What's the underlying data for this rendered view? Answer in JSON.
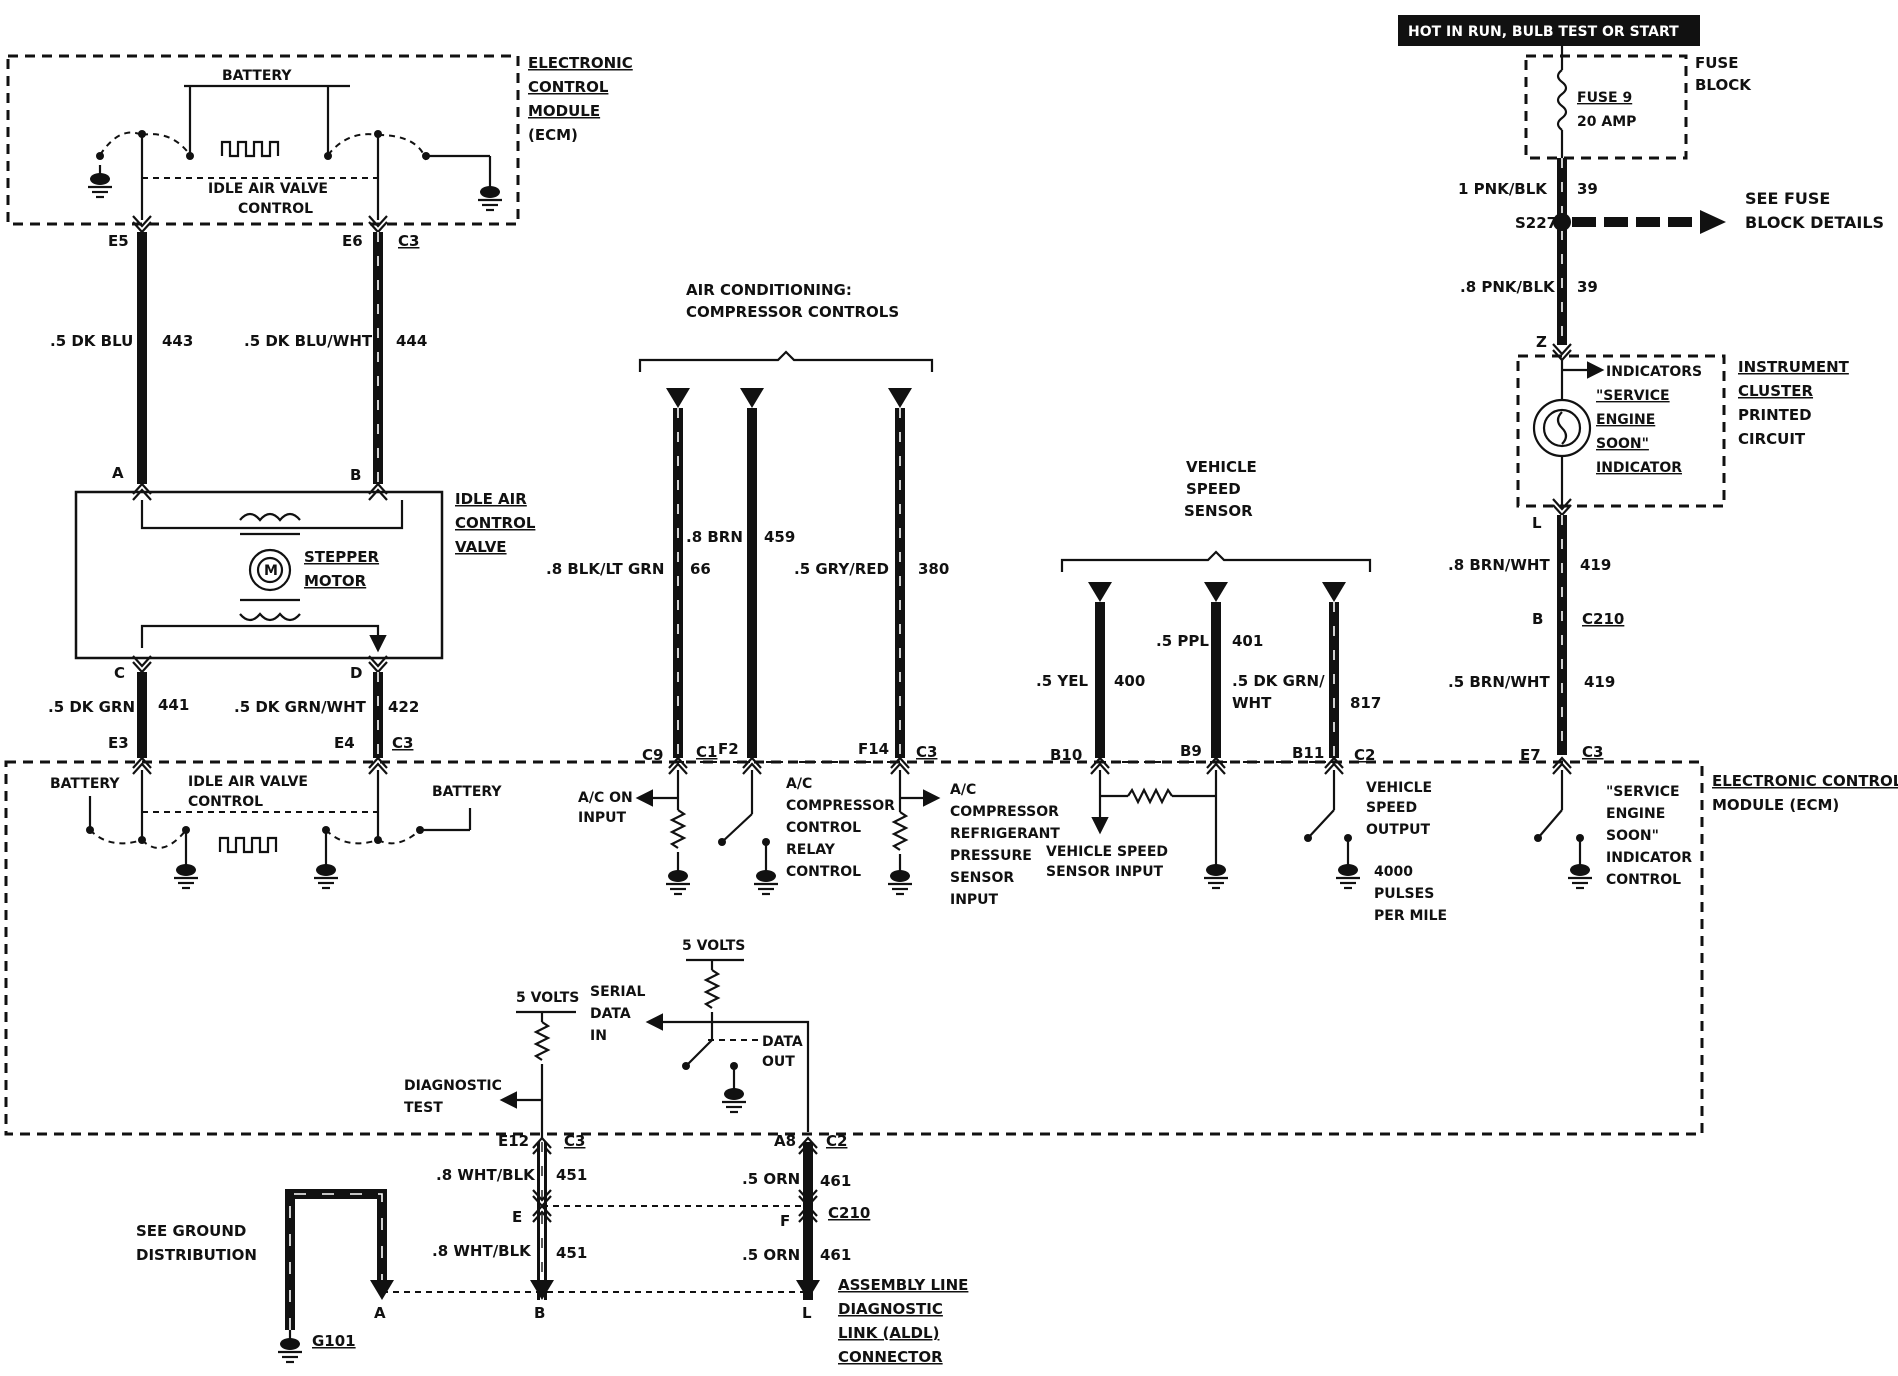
{
  "hot_banner": "HOT IN RUN, BULB TEST OR START",
  "fuse_block": {
    "title_line1": "FUSE",
    "title_line2": "BLOCK",
    "fuse_name": "FUSE 9",
    "fuse_rating": "20 AMP"
  },
  "fuse_feed": {
    "upper_wire": "1 PNK/BLK",
    "upper_circuit": "39",
    "splice": "S227",
    "see_details_line1": "SEE FUSE",
    "see_details_line2": "BLOCK DETAILS",
    "lower_wire": ".8 PNK/BLK",
    "lower_circuit": "39",
    "pin_top": "Z",
    "pin_bottom": "L"
  },
  "instrument_cluster": {
    "title": [
      "INSTRUMENT",
      "CLUSTER",
      "PRINTED",
      "CIRCUIT"
    ],
    "indicators_label": "INDICATORS",
    "lamp_label": [
      "\"SERVICE",
      "ENGINE",
      "SOON\"",
      "INDICATOR"
    ]
  },
  "ses_wire": {
    "upper_wire": ".8 BRN/WHT",
    "upper_circuit": "419",
    "connector_pin": "B",
    "connector": "C210",
    "lower_wire": ".5 BRN/WHT",
    "lower_circuit": "419",
    "ecm_pin": "E7",
    "ecm_connector": "C3"
  },
  "ecm_top": {
    "title": [
      "ELECTRONIC",
      "CONTROL",
      "MODULE",
      "(ECM)"
    ],
    "battery": "BATTERY",
    "iac_label": [
      "IDLE AIR VALVE",
      "CONTROL"
    ],
    "pin_left": "E5",
    "pin_right": "E6",
    "connector": "C3"
  },
  "iac_wires_top": {
    "left_wire": ".5 DK BLU",
    "left_circuit": "443",
    "right_wire": ".5 DK BLU/WHT",
    "right_circuit": "444",
    "pin_a": "A",
    "pin_b": "B"
  },
  "iac_valve": {
    "title": [
      "IDLE AIR",
      "CONTROL",
      "VALVE"
    ],
    "motor_label": [
      "STEPPER",
      "MOTOR"
    ],
    "motor_symbol": "M",
    "pin_c": "C",
    "pin_d": "D"
  },
  "iac_wires_bottom": {
    "left_wire": ".5 DK GRN",
    "left_circuit": "441",
    "right_wire": ".5 DK GRN/WHT",
    "right_circuit": "422",
    "pin_left": "E3",
    "pin_right": "E4",
    "connector": "C3"
  },
  "ecm_main": {
    "title": [
      "ELECTRONIC CONTROL",
      "MODULE (ECM)"
    ],
    "battery_left": "BATTERY",
    "battery_right": "BATTERY",
    "iac_label": [
      "IDLE AIR VALVE",
      "CONTROL"
    ]
  },
  "ac_controls": {
    "title": [
      "AIR CONDITIONING:",
      "COMPRESSOR CONTROLS"
    ],
    "wire1": ".8 BLK/LT GRN",
    "circuit1": "66",
    "wire2": ".8 BRN",
    "circuit2": "459",
    "wire3": ".5 GRY/RED",
    "circuit3": "380",
    "pin1": "C9",
    "conn1": "C1",
    "pin2": "F2",
    "pin3": "F14",
    "conn3": "C3",
    "ac_on_input": [
      "A/C ON",
      "INPUT"
    ],
    "relay_control": [
      "A/C",
      "COMPRESSOR",
      "CONTROL",
      "RELAY",
      "CONTROL"
    ],
    "pressure_input": [
      "A/C",
      "COMPRESSOR",
      "REFRIGERANT",
      "PRESSURE",
      "SENSOR",
      "INPUT"
    ]
  },
  "vss": {
    "title": [
      "VEHICLE",
      "SPEED",
      "SENSOR"
    ],
    "wire1": ".5 YEL",
    "circuit1": "400",
    "wire2": ".5 PPL",
    "circuit2": "401",
    "wire3": ".5 DK GRN/",
    "wire3b": "WHT",
    "circuit3": "817",
    "pin1": "B10",
    "pin2": "B9",
    "pin3": "B11",
    "conn": "C2",
    "input_label": [
      "VEHICLE SPEED",
      "SENSOR INPUT"
    ],
    "output_label": [
      "VEHICLE",
      "SPEED",
      "OUTPUT"
    ],
    "pulses_label": [
      "4000",
      "PULSES",
      "PER MILE"
    ]
  },
  "ses_control": [
    "\"SERVICE",
    "ENGINE",
    "SOON\"",
    "INDICATOR",
    "CONTROL"
  ],
  "aldl": {
    "five_volts_a": "5 VOLTS",
    "five_volts_b": "5 VOLTS",
    "diag_test": [
      "DIAGNOSTIC",
      "TEST"
    ],
    "serial_in": [
      "SERIAL",
      "DATA",
      "IN"
    ],
    "data_out": [
      "DATA",
      "OUT"
    ],
    "pin_e12": "E12",
    "conn_c3": "C3",
    "pin_a8": "A8",
    "conn_c2": "C2",
    "wire_wht_1": ".8 WHT/BLK",
    "circuit_451_1": "451",
    "wire_orn_1": ".5 ORN",
    "circuit_461_1": "461",
    "pin_e": "E",
    "pin_f": "F",
    "conn_c210": "C210",
    "wire_wht_2": ".8 WHT/BLK",
    "circuit_451_2": "451",
    "wire_orn_2": ".5 ORN",
    "circuit_461_2": "461",
    "pin_a": "A",
    "pin_b": "B",
    "pin_l": "L",
    "connector_title": [
      "ASSEMBLY LINE",
      "DIAGNOSTIC",
      "LINK (ALDL)",
      "CONNECTOR"
    ]
  },
  "ground": {
    "see_line1": "SEE GROUND",
    "see_line2": "DISTRIBUTION",
    "ground_id": "G101"
  }
}
